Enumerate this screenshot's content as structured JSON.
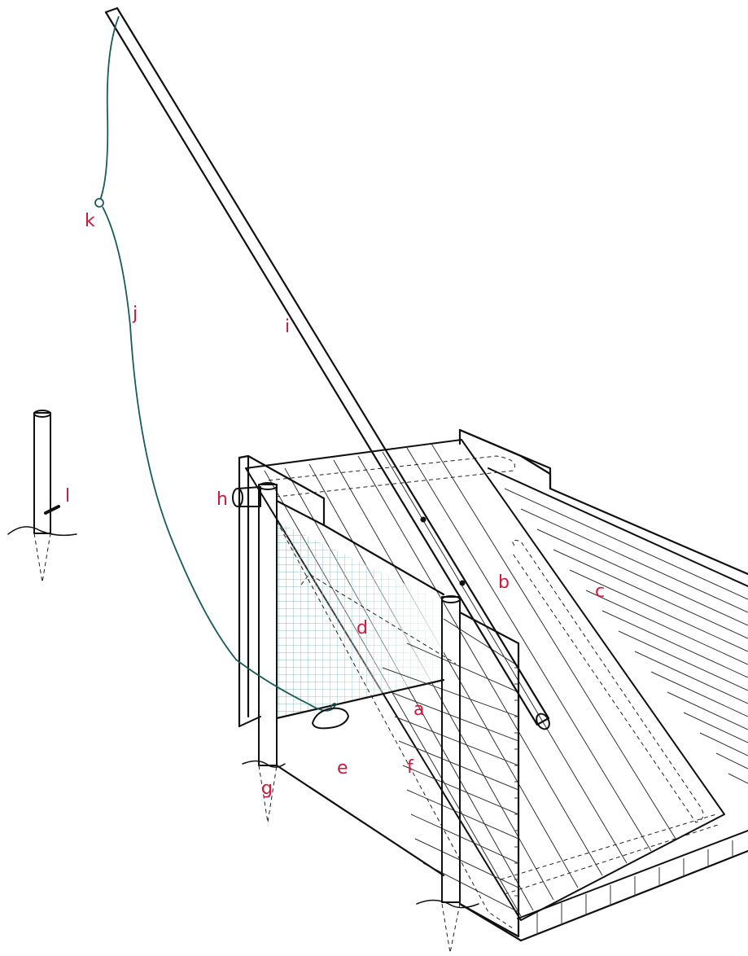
{
  "labels": {
    "a": "a",
    "b": "b",
    "c": "c",
    "d": "d",
    "e": "e",
    "f": "f",
    "g": "g",
    "h": "h",
    "i": "i",
    "j": "j",
    "k": "k",
    "l": "l"
  },
  "colors": {
    "label": "#d4173a",
    "string": "#1a5c58",
    "mesh": "#5fa9a0",
    "ink": "#111111"
  }
}
